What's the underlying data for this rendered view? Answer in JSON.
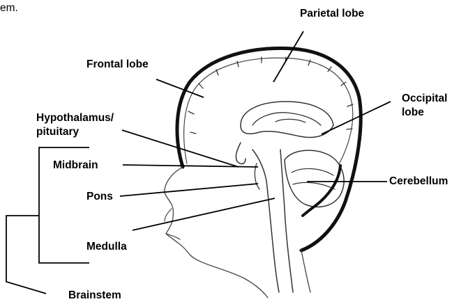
{
  "fragment_text": "em.",
  "labels": {
    "parietal": "Parietal lobe",
    "frontal": "Frontal lobe",
    "occipital_1": "Occipital",
    "occipital_2": "lobe",
    "hypothalamus_1": "Hypothalamus/",
    "hypothalamus_2": "pituitary",
    "midbrain": "Midbrain",
    "pons": "Pons",
    "cerebellum": "Cerebellum",
    "medulla": "Medulla",
    "brainstem": "Brainstem"
  }
}
